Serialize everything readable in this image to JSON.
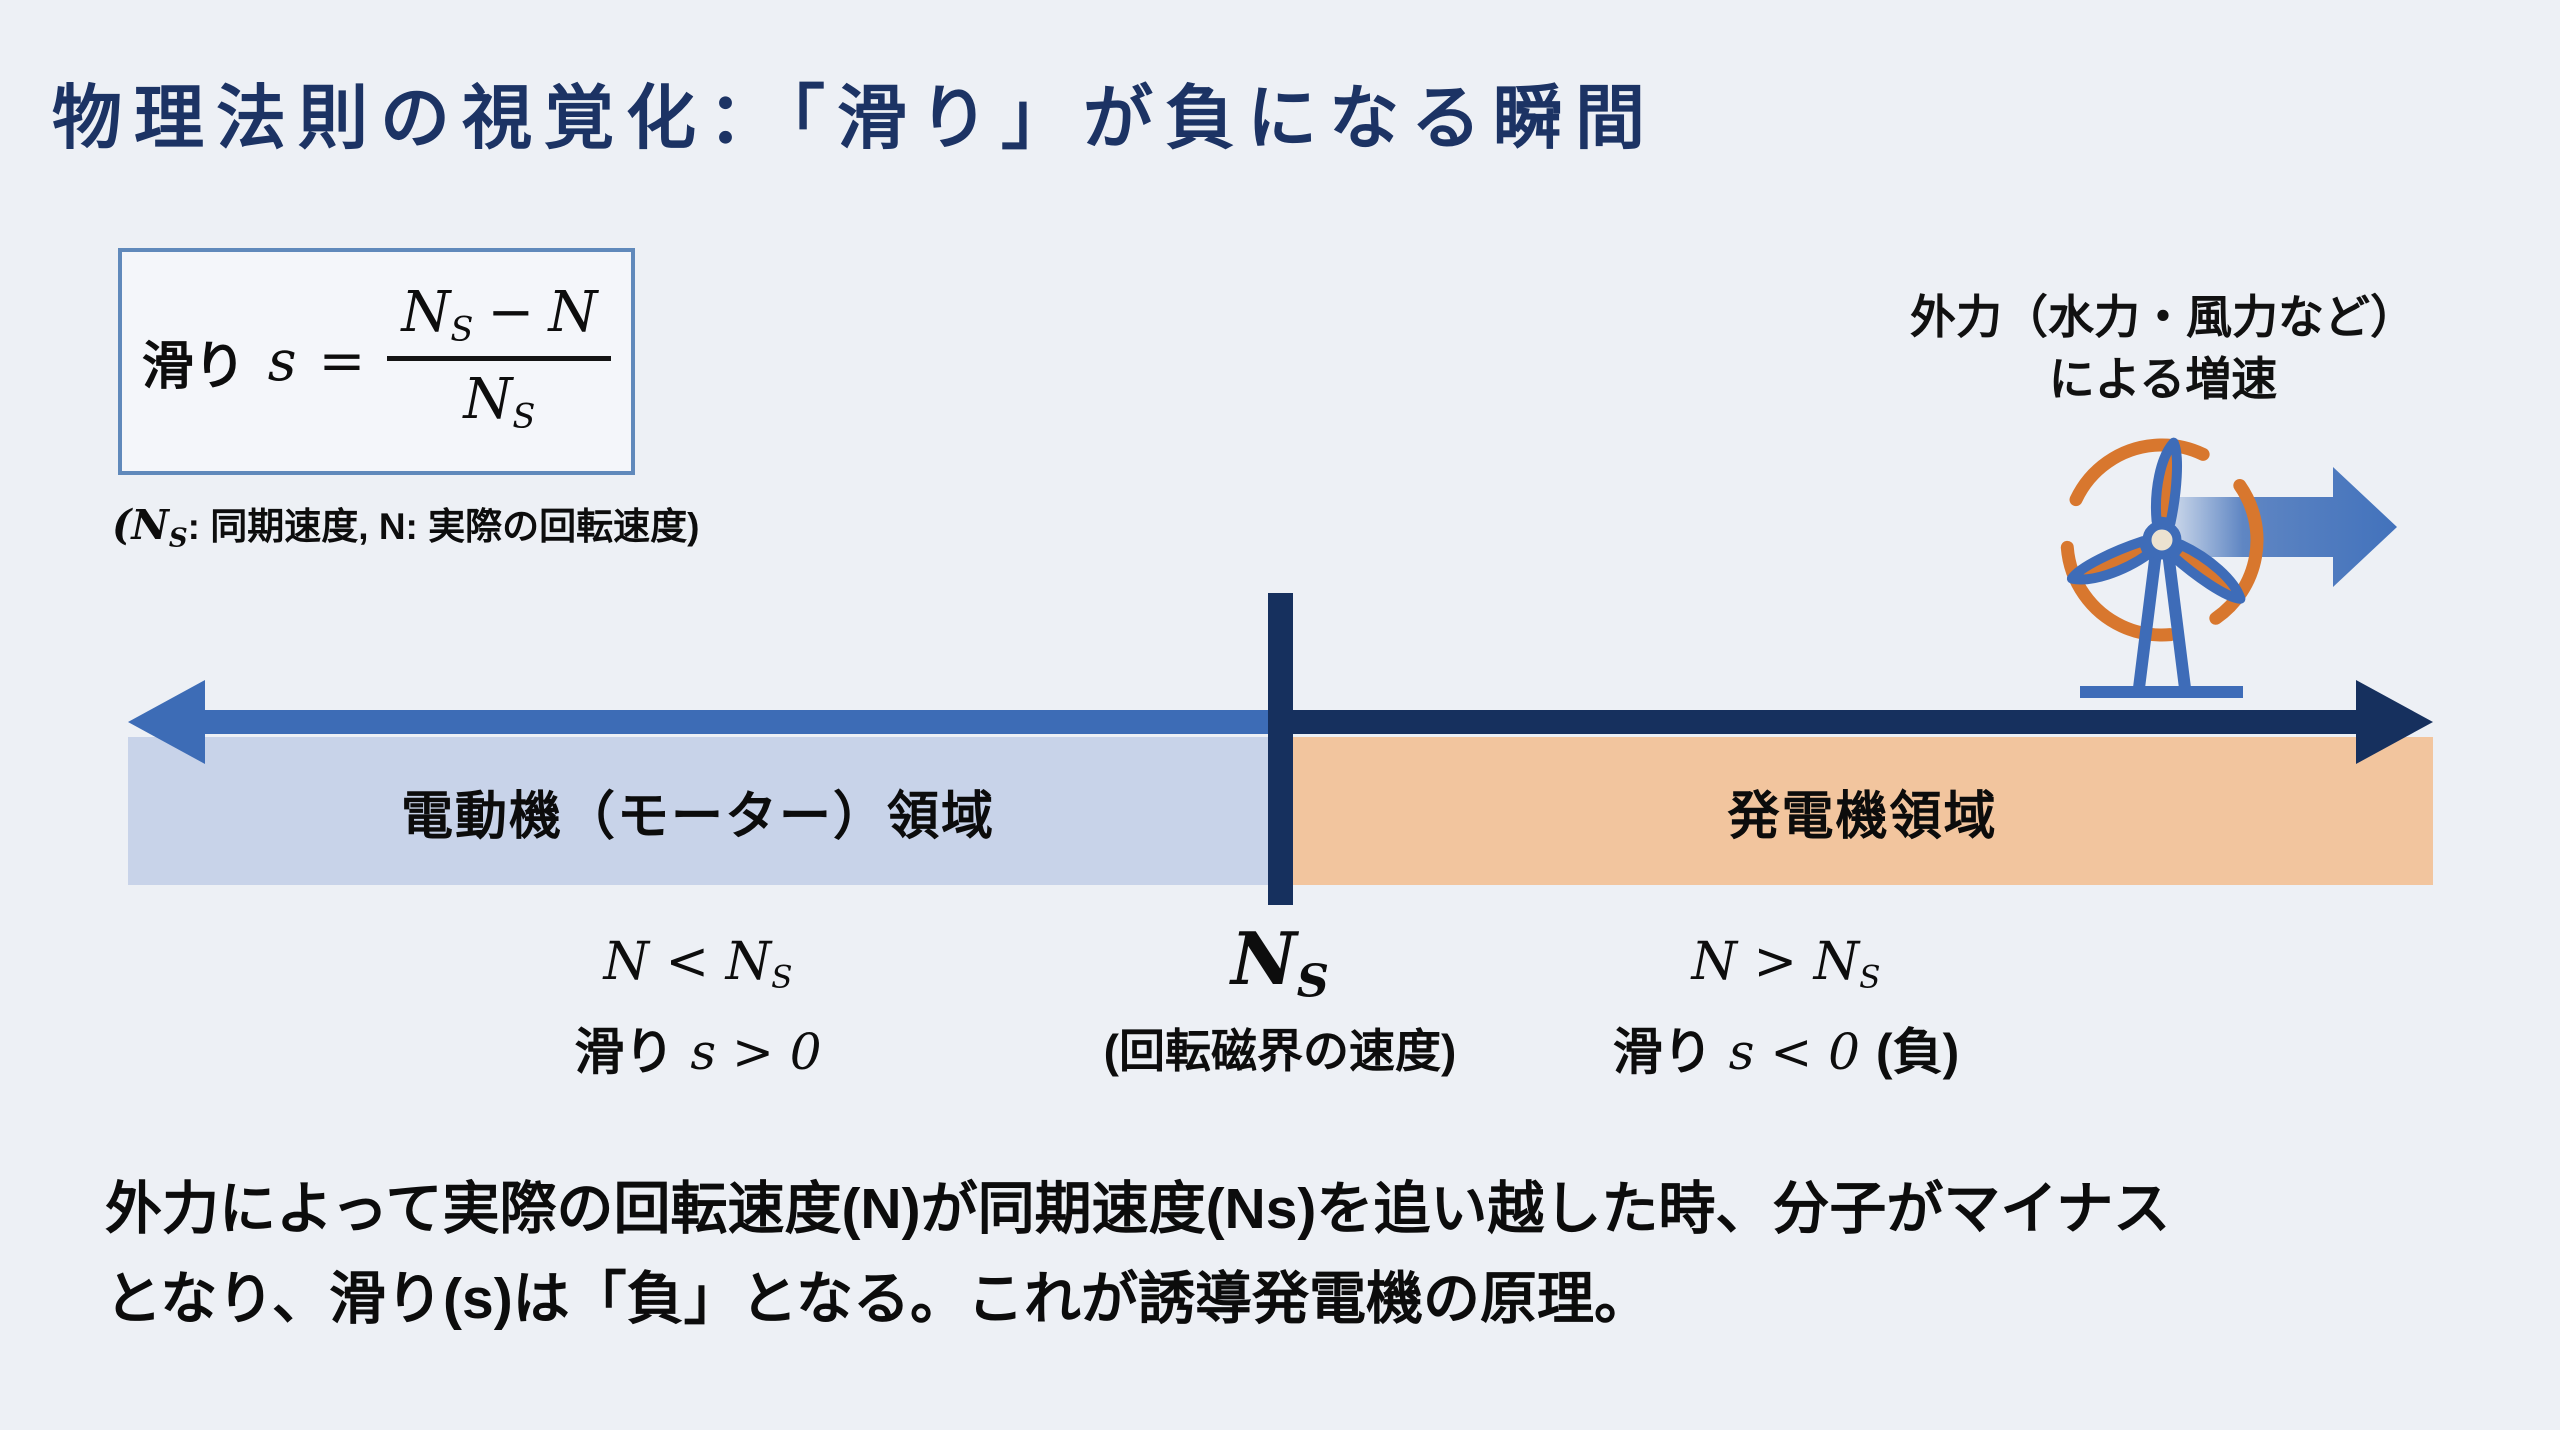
{
  "slide": {
    "title": "物理法則の視覚化：「滑り」が負になる瞬間"
  },
  "formula_box": {
    "slip_label": "滑り",
    "slip_var": "s",
    "equals_sign": "=",
    "numerator": {
      "n1": "N",
      "n1_sub": "S",
      "minus": "−",
      "n2": "N"
    },
    "denominator": {
      "n": "N",
      "n_sub": "S"
    }
  },
  "formula_note": {
    "prefix": "(N",
    "sub": "S",
    "suffix": ": 同期速度, N: 実際の回転速度)"
  },
  "external_force_label": {
    "line1": "外力（水力・風力など）",
    "line2": "による増速"
  },
  "axis": {
    "motor_region_label": "電動機（モーター）領域",
    "generator_region_label": "発電機領域",
    "motor_condition": {
      "lhs": "N <",
      "n": "N",
      "sub": "S",
      "slip_label": "滑り",
      "slip_expr": "s > 0"
    },
    "sync_point": {
      "n": "N",
      "sub": "S",
      "caption": "(回転磁界の速度)"
    },
    "generator_condition": {
      "lhs": "N >",
      "n": "N",
      "sub": "S",
      "slip_label": "滑り",
      "slip_expr": "s < 0",
      "negative_note": "(負)"
    }
  },
  "footer": {
    "line1": "外力によって実際の回転速度(N)が同期速度(Ns)を追い越した時、分子がマイナス",
    "line2": "となり、滑り(s)は「負」となる。これが誘導発電機の原理。"
  },
  "icons": {
    "wind_turbine": "wind-turbine-icon",
    "boost_arrow": "boost-arrow-right-icon",
    "motor_arrow": "arrow-left-icon",
    "generator_arrow": "arrow-right-icon"
  },
  "colors": {
    "background": "#edf0f5",
    "title_navy": "#1c3364",
    "formula_border": "#6089bb",
    "motor_band_blue": "#c8d3e9",
    "motor_arrow_blue": "#3d6cb6",
    "generator_band_tan": "#f2c59e",
    "navy": "#16305e",
    "turbine_orange": "#d8772e",
    "turbine_blue": "#3e6cb8",
    "text_black": "#0c0c0c"
  }
}
